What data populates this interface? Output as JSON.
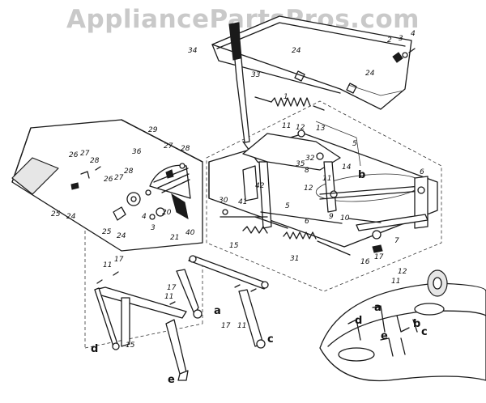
{
  "watermark": "AppliancePartsPros.com",
  "callouts": {
    "n1": "1",
    "n2": "2",
    "n3": "3",
    "n4": "4",
    "n5": "5",
    "n6": "6",
    "n7": "7",
    "n8": "8",
    "n9": "9",
    "n10": "10",
    "n11": "11",
    "n12": "12",
    "n13": "13",
    "n14": "14",
    "n15": "15",
    "n16": "16",
    "n17": "17",
    "n20": "20",
    "n21": "21",
    "n24": "24",
    "n25": "25",
    "n26": "26",
    "n27": "27",
    "n28": "28",
    "n29": "29",
    "n30": "30",
    "n31": "31",
    "n32": "32",
    "n33": "33",
    "n34": "34",
    "n35": "35",
    "n36": "36",
    "n40": "40",
    "n41": "41",
    "n42": "42"
  },
  "letters": {
    "a": "a",
    "b": "b",
    "c": "c",
    "d": "d",
    "e": "e"
  }
}
